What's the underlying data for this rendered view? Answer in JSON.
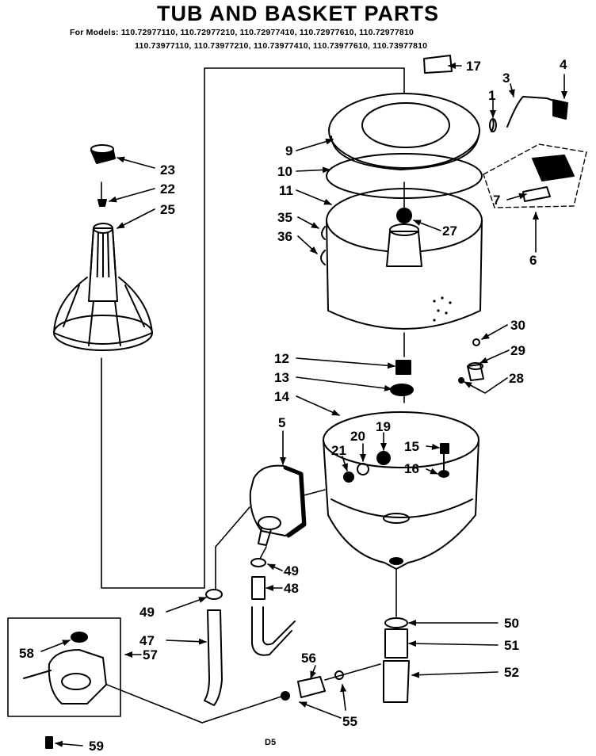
{
  "title": "TUB AND BASKET PARTS",
  "models_line_1": "For Models: 110.72977110, 110.72977210, 110.72977410, 110.72977610, 110.72977810",
  "models_line_2": "110.73977110, 110.73977210, 110.73977410, 110.73977610, 110.73977810",
  "labels": {
    "p1": "1",
    "p3": "3",
    "p4": "4",
    "p5": "5",
    "p6": "6",
    "p7": "7",
    "p9": "9",
    "p10": "10",
    "p11": "11",
    "p12": "12",
    "p13": "13",
    "p14": "14",
    "p15": "15",
    "p16": "16",
    "p17": "17",
    "p19": "19",
    "p20": "20",
    "p21": "21",
    "p22": "22",
    "p23": "23",
    "p25": "25",
    "p27": "27",
    "p28": "28",
    "p29": "29",
    "p30": "30",
    "p35": "35",
    "p36": "36",
    "p47": "47",
    "p48": "48",
    "p49a": "49",
    "p49b": "49",
    "p50": "50",
    "p51": "51",
    "p52": "52",
    "p55": "55",
    "p56": "56",
    "p57": "57",
    "p58": "58",
    "p59": "59"
  },
  "footer_code": "D5",
  "colors": {
    "ink": "#000000",
    "paper": "#ffffff"
  }
}
